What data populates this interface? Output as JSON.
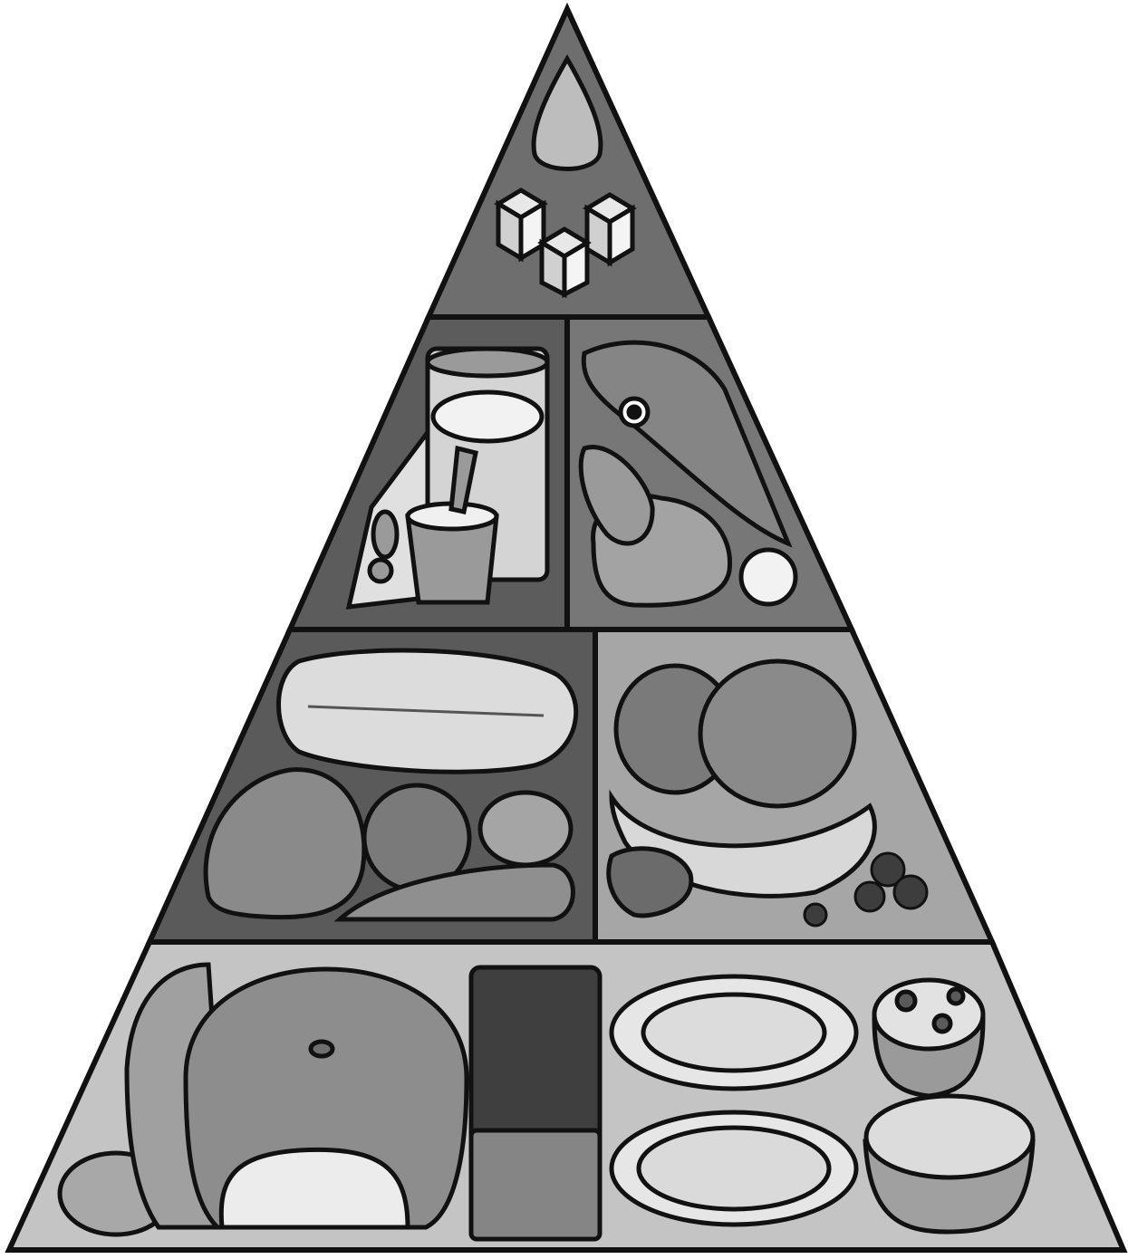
{
  "diagram": {
    "kind": "food pyramid illustration",
    "text_labels": [],
    "colors": {
      "outline": "#111111",
      "tier_top": "#6e6e6e",
      "tier_dairy": "#5c5c5c",
      "tier_protein": "#777777",
      "tier_vegetables": "#5a5a5a",
      "tier_fruits": "#a6a6a6",
      "tier_grains": "#c4c4c4",
      "food_light": "#e6e6e6",
      "food_mid": "#9a9a9a",
      "food_dark": "#4a4a4a"
    },
    "tiers": [
      {
        "id": "fats-sugars",
        "contents": [
          "oil-drop",
          "sugar-cubes"
        ]
      },
      {
        "id": "dairy",
        "contents": [
          "cheese",
          "milk-jar",
          "yogurt-cup"
        ]
      },
      {
        "id": "protein",
        "contents": [
          "fish",
          "chicken",
          "egg"
        ]
      },
      {
        "id": "vegetables",
        "contents": [
          "cabbage",
          "tomatoes",
          "potatoes",
          "carrot"
        ]
      },
      {
        "id": "fruits",
        "contents": [
          "apples",
          "banana",
          "strawberry",
          "grapes"
        ]
      },
      {
        "id": "grains",
        "contents": [
          "bread-roll",
          "bread-loaf",
          "sliced-bread",
          "spaghetti",
          "pasta",
          "cereal-bowl",
          "rice-bowl"
        ]
      }
    ]
  }
}
